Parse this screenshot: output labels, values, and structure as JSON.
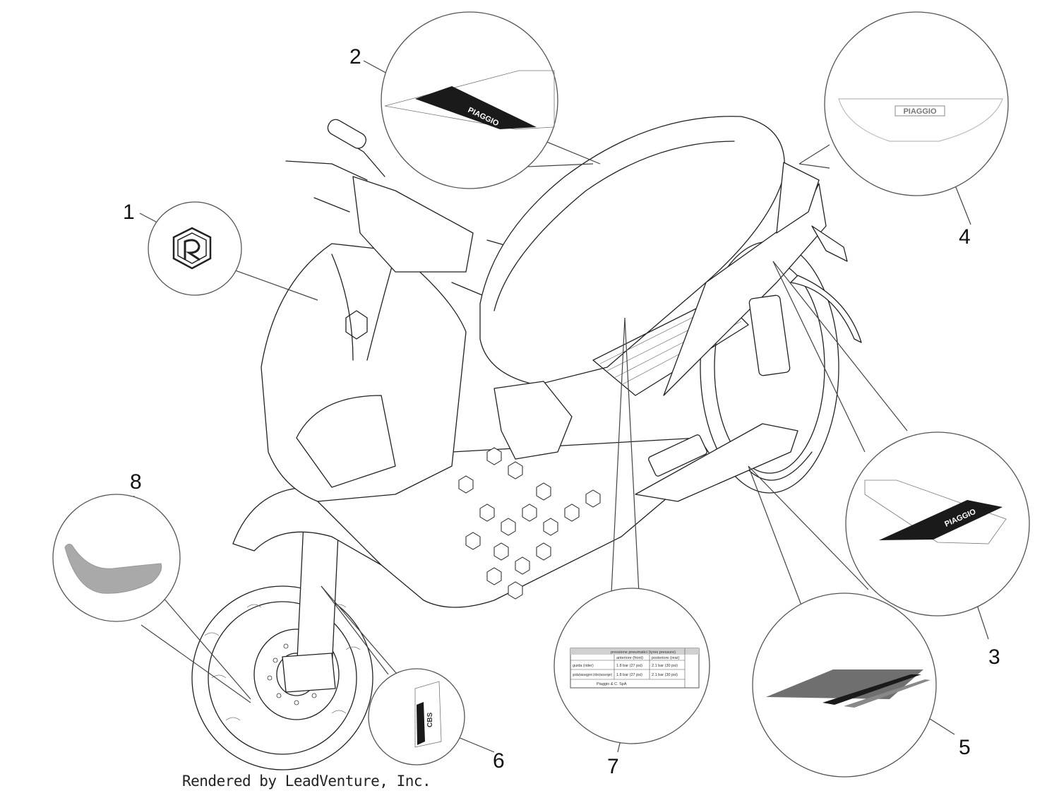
{
  "footer": {
    "credit": "Rendered by LeadVenture, Inc."
  },
  "callouts": [
    {
      "number": "1",
      "part": "badge-emblem"
    },
    {
      "number": "2",
      "part": "front-side-decal"
    },
    {
      "number": "3",
      "part": "rear-side-decal"
    },
    {
      "number": "4",
      "part": "rear-logo-decal"
    },
    {
      "number": "5",
      "part": "stripe-decal"
    },
    {
      "number": "6",
      "part": "fork-cbs-decal"
    },
    {
      "number": "7",
      "part": "tyre-pressure-label"
    },
    {
      "number": "8",
      "part": "seat-decal"
    }
  ],
  "decals": {
    "brand": "PIAGGIO",
    "fork_mark": "CBS",
    "tyre_label": {
      "title": "pressione pneumatici (tyres pressure)",
      "col_front": "anteriore (front)",
      "col_rear": "posteriore (rear)",
      "row1_label": "guida (rider)",
      "row1_front": "1.8 bar (27 psi)",
      "row1_rear": "2.1 bar (30 psi)",
      "row2_label": "guida/passeggero (rider/passenger)",
      "row2_front": "1.8 bar (27 psi)",
      "row2_rear": "2.1 bar (30 psi)",
      "footer": "Piaggio & C. SpA"
    }
  },
  "colors": {
    "decal_dark": "#1a1a1a",
    "decal_grey": "#777777",
    "line": "#444444"
  }
}
